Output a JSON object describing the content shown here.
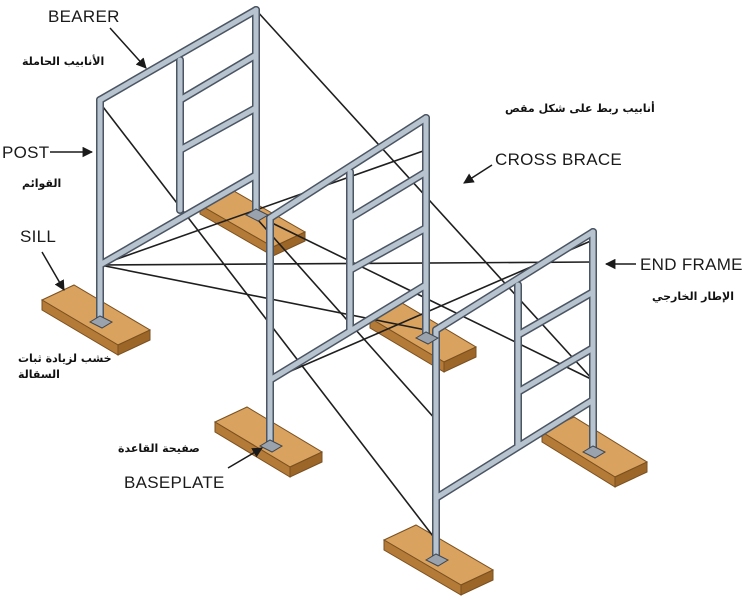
{
  "colors": {
    "background": "#ffffff",
    "tube": "#b7c3cf",
    "tube_edge": "#4b5563",
    "brace": "#1f1f1f",
    "sill_top": "#d9a25e",
    "sill_side": "#b47a37",
    "plate": "#9aa3ad"
  },
  "labels": {
    "bearer_en": "BEARER",
    "bearer_ar": "الأنابيب الحاملة",
    "post_en": "POST",
    "post_ar": "القوائم",
    "sill_en": "SILL",
    "sill_ar_line1": "خشب لزيادة ثبات",
    "sill_ar_line2": "السقالة",
    "cross_brace_ar": "أنابيب ربط على شكل مقص",
    "cross_brace_en": "CROSS BRACE",
    "end_frame_en": "END FRAME",
    "end_frame_ar": "الإطار الخارجي",
    "baseplate_ar": "صفيحة القاعدة",
    "baseplate_en": "BASEPLATE"
  }
}
